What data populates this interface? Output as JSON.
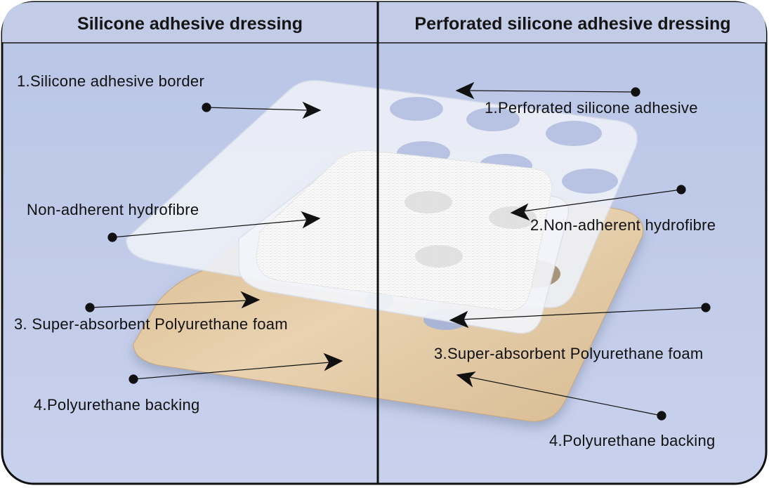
{
  "headers": {
    "left": "Silicone adhesive dressing",
    "right": "Perforated silicone adhesive dressing"
  },
  "left_labels": {
    "border": "1.Silicone adhesive border",
    "hydrofibre": "Non-adherent hydrofibre",
    "foam": "3. Super-absorbent Polyurethane foam",
    "backing": "4.Polyurethane backing"
  },
  "right_labels": {
    "perforated": "1.Perforated silicone adhesive",
    "hydrofibre": "2.Non-adherent hydrofibre",
    "foam": "3.Super-absorbent Polyurethane foam",
    "backing": "4.Polyurethane backing"
  },
  "colors": {
    "panel_background": "#c5cfe8",
    "backing": "#e3cba4",
    "layer": "#f1f4fa",
    "border_line": "#111111"
  }
}
